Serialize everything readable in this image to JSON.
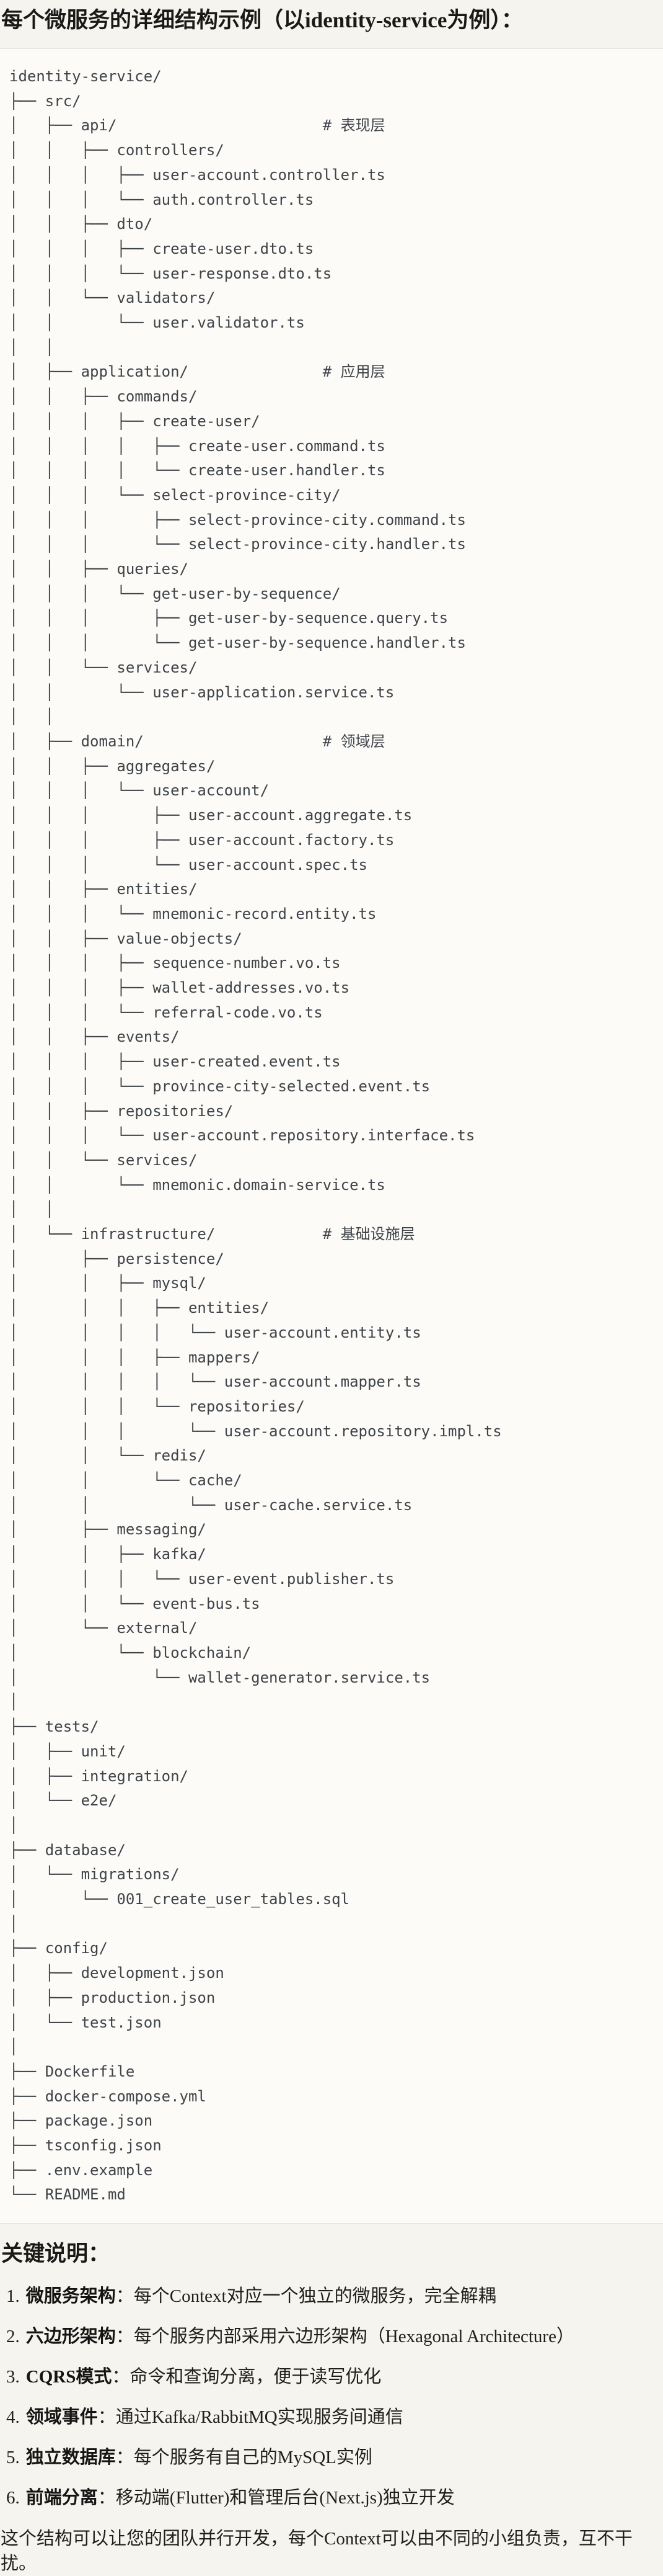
{
  "page": {
    "title": "每个微服务的详细结构示例（以identity-service为例）：",
    "colors": {
      "page_bg": "#f6f4ef",
      "code_bg": "#fcfbf8",
      "border": "#e3e0da",
      "code_text": "#3e4348",
      "text": "#1f1e1c"
    }
  },
  "code_block": {
    "tree": "identity-service/\n├── src/\n│   ├── api/                       # 表现层\n│   │   ├── controllers/\n│   │   │   ├── user-account.controller.ts\n│   │   │   └── auth.controller.ts\n│   │   ├── dto/\n│   │   │   ├── create-user.dto.ts\n│   │   │   └── user-response.dto.ts\n│   │   └── validators/\n│   │       └── user.validator.ts\n│   │\n│   ├── application/               # 应用层\n│   │   ├── commands/\n│   │   │   ├── create-user/\n│   │   │   │   ├── create-user.command.ts\n│   │   │   │   └── create-user.handler.ts\n│   │   │   └── select-province-city/\n│   │   │       ├── select-province-city.command.ts\n│   │   │       └── select-province-city.handler.ts\n│   │   ├── queries/\n│   │   │   └── get-user-by-sequence/\n│   │   │       ├── get-user-by-sequence.query.ts\n│   │   │       └── get-user-by-sequence.handler.ts\n│   │   └── services/\n│   │       └── user-application.service.ts\n│   │\n│   ├── domain/                    # 领域层\n│   │   ├── aggregates/\n│   │   │   └── user-account/\n│   │   │       ├── user-account.aggregate.ts\n│   │   │       ├── user-account.factory.ts\n│   │   │       └── user-account.spec.ts\n│   │   ├── entities/\n│   │   │   └── mnemonic-record.entity.ts\n│   │   ├── value-objects/\n│   │   │   ├── sequence-number.vo.ts\n│   │   │   ├── wallet-addresses.vo.ts\n│   │   │   └── referral-code.vo.ts\n│   │   ├── events/\n│   │   │   ├── user-created.event.ts\n│   │   │   └── province-city-selected.event.ts\n│   │   ├── repositories/\n│   │   │   └── user-account.repository.interface.ts\n│   │   └── services/\n│   │       └── mnemonic.domain-service.ts\n│   │\n│   └── infrastructure/            # 基础设施层\n│       ├── persistence/\n│       │   ├── mysql/\n│       │   │   ├── entities/\n│       │   │   │   └── user-account.entity.ts\n│       │   │   ├── mappers/\n│       │   │   │   └── user-account.mapper.ts\n│       │   │   └── repositories/\n│       │   │       └── user-account.repository.impl.ts\n│       │   └── redis/\n│       │       └── cache/\n│       │           └── user-cache.service.ts\n│       ├── messaging/\n│       │   ├── kafka/\n│       │   │   └── user-event.publisher.ts\n│       │   └── event-bus.ts\n│       └── external/\n│           └── blockchain/\n│               └── wallet-generator.service.ts\n│\n├── tests/\n│   ├── unit/\n│   ├── integration/\n│   └── e2e/\n│\n├── database/\n│   └── migrations/\n│       └── 001_create_user_tables.sql\n│\n├── config/\n│   ├── development.json\n│   ├── production.json\n│   └── test.json\n│\n├── Dockerfile\n├── docker-compose.yml\n├── package.json\n├── tsconfig.json\n├── .env.example\n└── README.md"
  },
  "key_notes": {
    "heading": "关键说明：",
    "separator": "：",
    "items": [
      {
        "num": "1.",
        "term": "微服务架构",
        "desc": "每个Context对应一个独立的微服务，完全解耦"
      },
      {
        "num": "2.",
        "term": "六边形架构",
        "desc": "每个服务内部采用六边形架构（Hexagonal Architecture）"
      },
      {
        "num": "3.",
        "term": "CQRS模式",
        "desc": "命令和查询分离，便于读写优化"
      },
      {
        "num": "4.",
        "term": "领域事件",
        "desc": "通过Kafka/RabbitMQ实现服务间通信"
      },
      {
        "num": "5.",
        "term": "独立数据库",
        "desc": "每个服务有自己的MySQL实例"
      },
      {
        "num": "6.",
        "term": "前端分离",
        "desc": "移动端(Flutter)和管理后台(Next.js)独立开发"
      }
    ],
    "closing": "这个结构可以让您的团队并行开发，每个Context可以由不同的小组负责，互不干扰。"
  }
}
